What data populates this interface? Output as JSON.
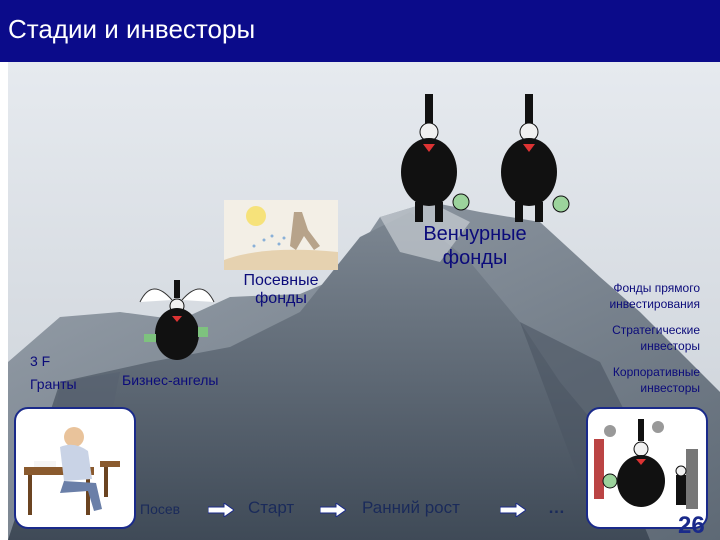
{
  "header": {
    "title": "Стадии и инвесторы"
  },
  "labels": {
    "venture": "Венчурные фонды",
    "seed_funds": "Посевные фонды",
    "private_equity": "Фонды прямого инвестирования",
    "strategic": "Стратегические инвесторы",
    "corporate": "Корпоративные инвесторы",
    "three_f": "3 F",
    "grants": "Гранты",
    "angels": "Бизнес-ангелы"
  },
  "stages": [
    "Посев",
    "Старт",
    "Ранний рост",
    "…"
  ],
  "page_number": "26",
  "colors": {
    "header": "#0b0b8a",
    "text": "#0b0b7a",
    "accent": "#1a2a8a"
  }
}
